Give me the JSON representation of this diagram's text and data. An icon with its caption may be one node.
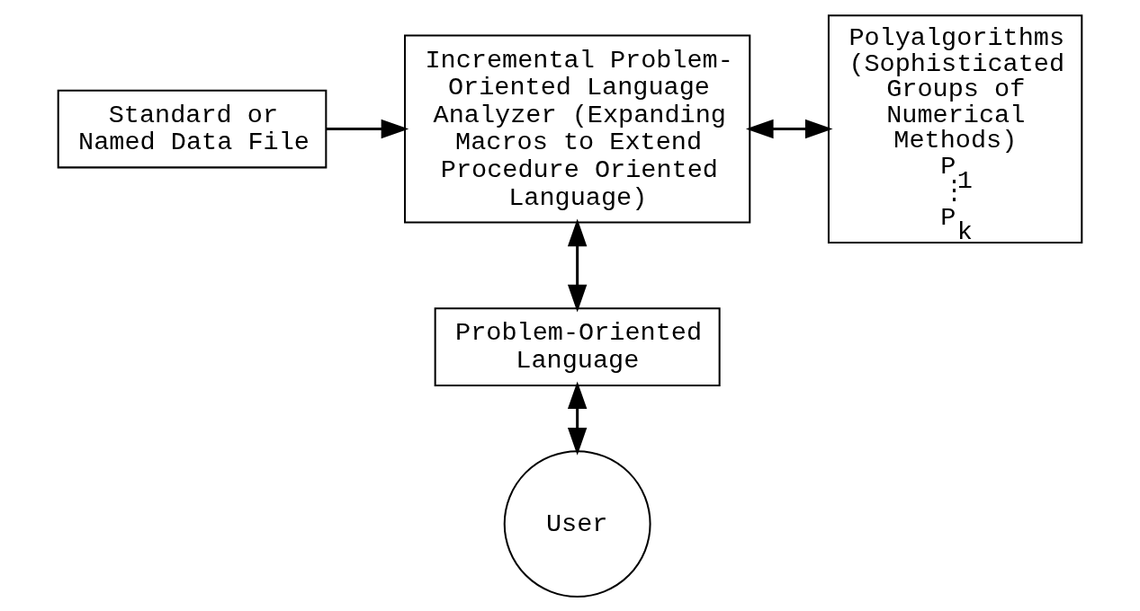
{
  "diagram": {
    "nodes": [
      {
        "text": [
          "Standard or Named Data File"
        ]
      },
      {
        "text": [
          "Incremental Problem-Oriented Language Analyzer (Expanding Macros to Extend Procedure Oriented Language)"
        ]
      },
      {
        "text": [
          "Polyalgorithms (Sophisticated Groups of Numerical Methods)",
          "P$_{1}$",
          "⋮",
          "P$_{k}$"
        ]
      },
      {
        "text": [
          "Problem-Oriented Language"
        ]
      },
      {
        "text": [
          "User"
        ]
      }
    ],
    "edges": [
      {
        "from": 0,
        "to": 1,
        "arrow": "to"
      },
      {
        "from": 1,
        "to": 2,
        "arrow": "both"
      },
      {
        "from": 1,
        "to": 3,
        "arrow": "both"
      },
      {
        "from": 3,
        "to": 4,
        "arrow": "both"
      }
    ]
  }
}
